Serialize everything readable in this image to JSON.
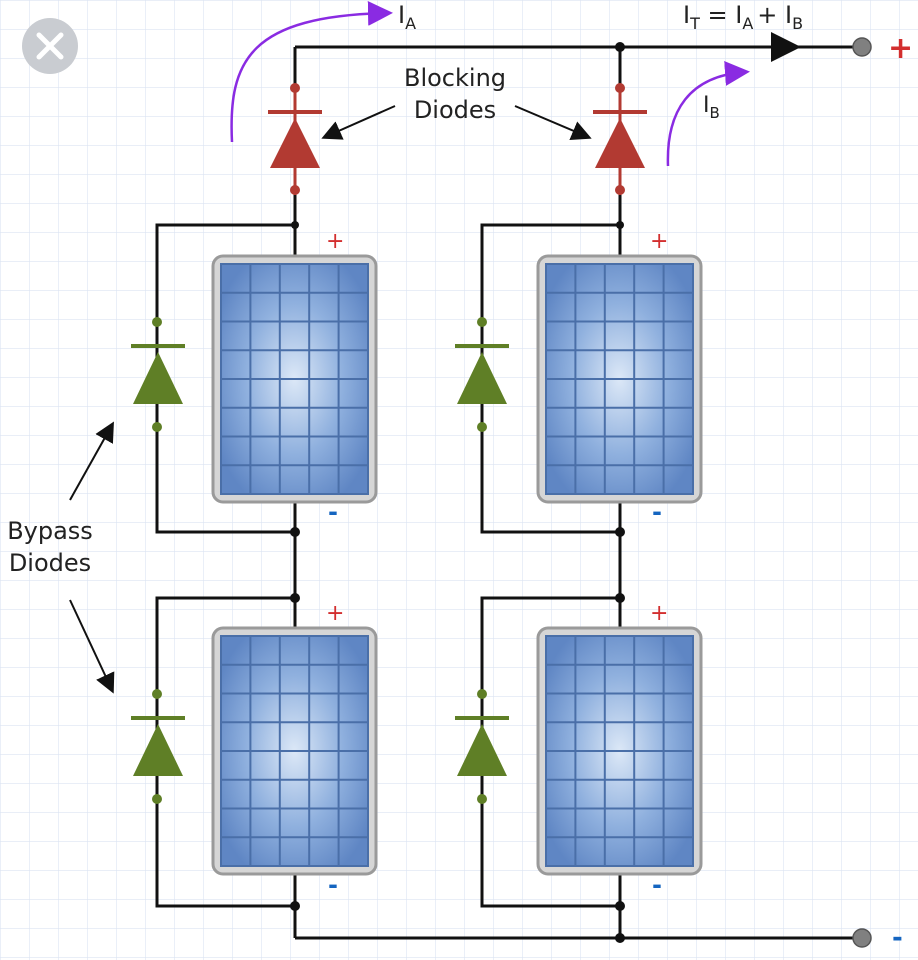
{
  "close_icon": "close-icon",
  "labels": {
    "ia_main": "I",
    "ia_sub": "A",
    "it_1": "I",
    "it_1_sub": "T",
    "it_eq": " = I",
    "it_2_sub": "A",
    "it_plus": "+ I",
    "it_3_sub": "B",
    "ib_main": "I",
    "ib_sub": "B",
    "blocking_line1": "Blocking",
    "blocking_line2": "Diodes",
    "bypass_line1": "Bypass",
    "bypass_line2": "Diodes",
    "terminal_plus": "+",
    "terminal_minus": "-",
    "panel_plus": "+",
    "panel_minus": "-"
  },
  "colors": {
    "wire": "#111111",
    "blocking_diode": "#b23a32",
    "bypass_diode": "#5f7f26",
    "current_arrow": "#8a2be2",
    "panel_fill": "#6f95cf",
    "panel_border": "#b8b8b8",
    "grid": "#dce4f2"
  }
}
